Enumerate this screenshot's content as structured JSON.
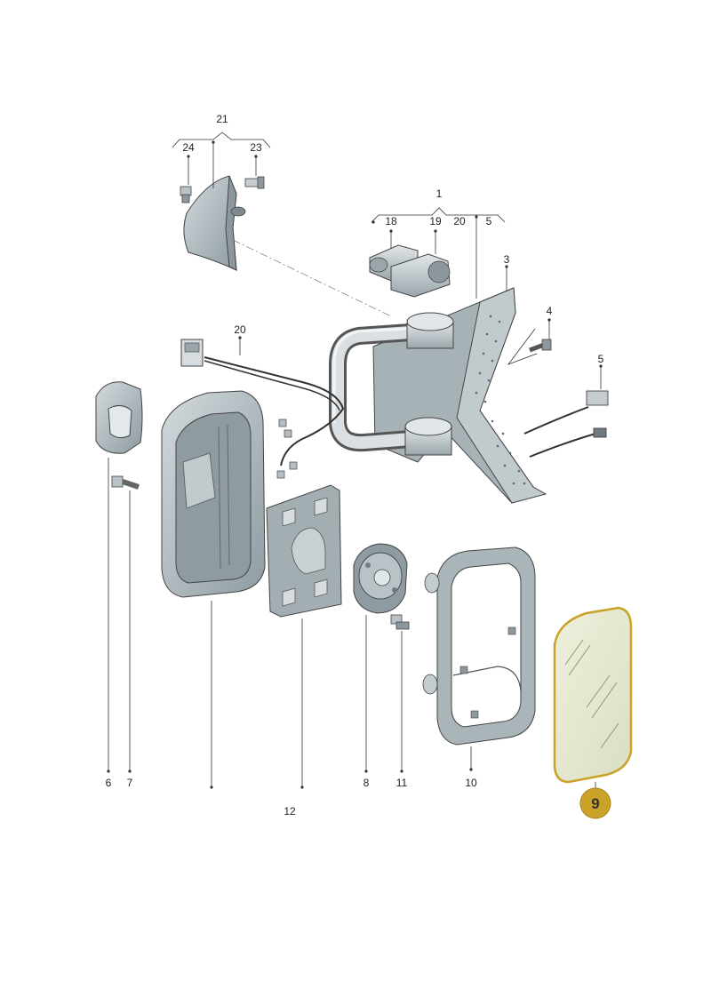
{
  "callouts": {
    "c1": "1",
    "c3": "3",
    "c4": "4",
    "c5a": "5",
    "c5b": "5",
    "c6": "6",
    "c7": "7",
    "c8": "8",
    "c10": "10",
    "c11": "11",
    "c12": "12",
    "c18": "18",
    "c19": "19",
    "c20a": "20",
    "c20b": "20",
    "c21": "21",
    "c23": "23",
    "c24": "24"
  },
  "highlight": {
    "label": "9",
    "color": "#c9a227"
  },
  "colors": {
    "part_fill": "#a9b4b9",
    "part_light": "#d5dcdf",
    "part_dark": "#6f7b80",
    "glass": "#e7ebd3",
    "line": "#333333"
  }
}
